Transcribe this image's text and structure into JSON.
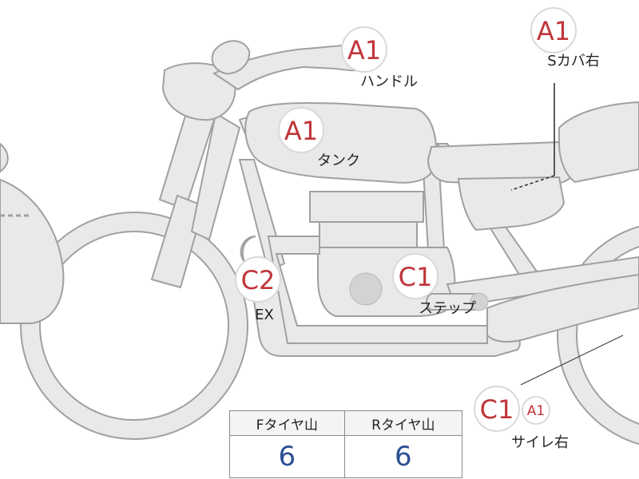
{
  "badges": [
    {
      "id": "handle",
      "grade": "A1",
      "part": "ハンドル"
    },
    {
      "id": "s-cover-right",
      "grade": "A1",
      "part": "Sカバ右"
    },
    {
      "id": "tank",
      "grade": "A1",
      "part": "タンク"
    },
    {
      "id": "exhaust",
      "grade": "C2",
      "part": "EX"
    },
    {
      "id": "step",
      "grade": "C1",
      "part": "ステップ"
    },
    {
      "id": "side-rail-right",
      "grade": "C1",
      "secondary_grade": "A1",
      "part": "サイレ右"
    }
  ],
  "tire_table": {
    "headers": [
      "Fタイヤ山",
      "Rタイヤ山"
    ],
    "values": [
      "6",
      "6"
    ]
  }
}
